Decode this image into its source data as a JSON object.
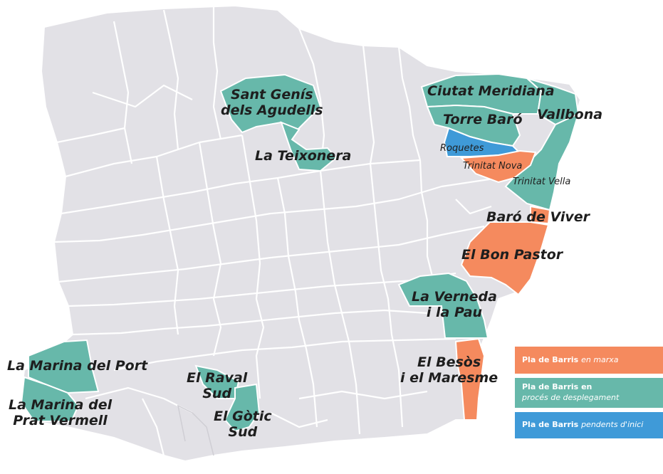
{
  "colors": {
    "background": "#ffffff",
    "district_fill": "#e2e1e6",
    "district_border": "#ffffff",
    "en_marxa": "#f58a5e",
    "desplegament": "#67b8aa",
    "pendents": "#3f9ad8",
    "label_text": "#1e1e1e"
  },
  "labels": {
    "sant_genis_1": "Sant Genís",
    "sant_genis_2": "dels Agudells",
    "teixonera": "La Teixonera",
    "ciutat_meridiana": "Ciutat Meridiana",
    "torre_baro": "Torre Baró",
    "vallbona": "Vallbona",
    "roquetes": "Roquetes",
    "trinitat_nova": "Trinitat Nova",
    "trinitat_vella": "Trinitat Vella",
    "baro_de_viver": "Baró de Viver",
    "bon_pastor": "El Bon Pastor",
    "verneda_1": "La Verneda",
    "verneda_2": "i la Pau",
    "besos_1": "El Besòs",
    "besos_2": "i el Maresme",
    "marina_port": "La Marina del Port",
    "marina_prat_1": "La Marina del",
    "marina_prat_2": "Prat Vermell",
    "raval_1": "El Raval",
    "raval_2": "Sud",
    "gotic_1": "El Gòtic",
    "gotic_2": "Sud"
  },
  "legend": {
    "marxa_prefix": "Pla de Barris",
    "marxa_suffix": "en marxa",
    "desp_prefix": "Pla de Barris",
    "desp_mid": "en",
    "desp_suffix": "procés de desplegament",
    "pend_prefix": "Pla de Barris",
    "pend_suffix": "pendents d'inici"
  }
}
